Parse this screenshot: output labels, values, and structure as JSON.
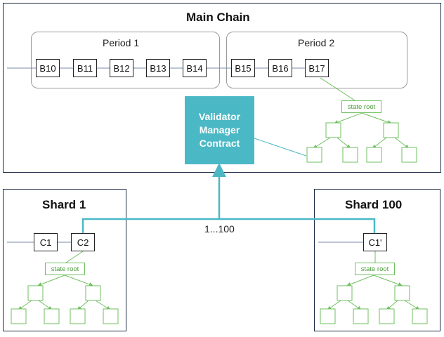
{
  "main_chain": {
    "title": "Main Chain",
    "periods": [
      {
        "label": "Period 1",
        "blocks": [
          "B10",
          "B11",
          "B12",
          "B13",
          "B14"
        ]
      },
      {
        "label": "Period 2",
        "blocks": [
          "B15",
          "B16",
          "B17"
        ]
      }
    ],
    "state_root_label": "state root"
  },
  "validator_manager_contract": {
    "lines": [
      "Validator",
      "Manager",
      "Contract"
    ]
  },
  "connection_label": "1...100",
  "shard_1": {
    "title": "Shard 1",
    "blocks": [
      "C1",
      "C2"
    ],
    "state_root_label": "state root"
  },
  "shard_100": {
    "title": "Shard 100",
    "blocks": [
      "C1'"
    ],
    "state_root_label": "state root"
  },
  "colors": {
    "teal": "#4bb8c5",
    "green": "#6fbf5f",
    "border": "#1d2a44"
  }
}
